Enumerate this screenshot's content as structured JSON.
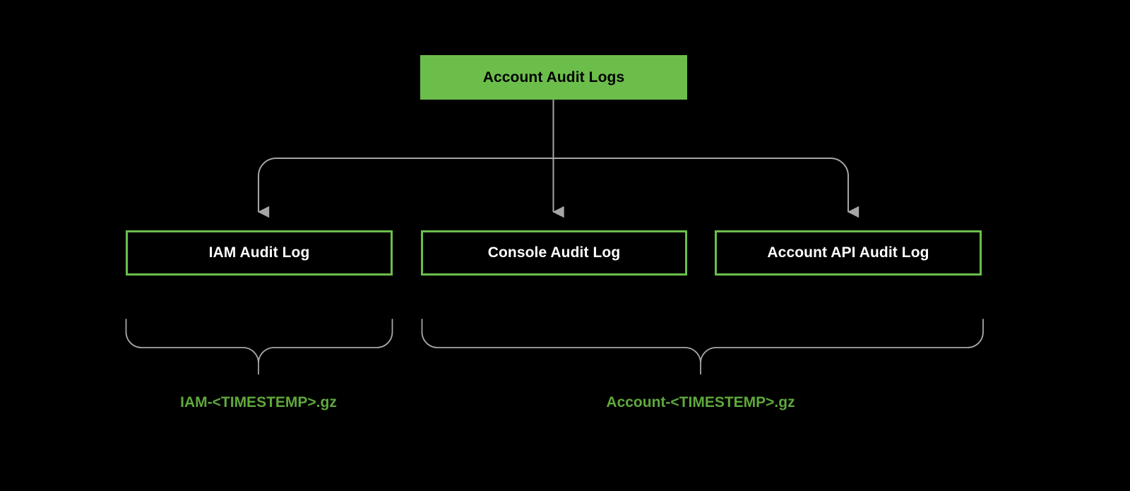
{
  "diagram": {
    "title": "Account Audit Logs",
    "background_color": "#000000",
    "accent_green": "#6CBE4B",
    "label_green": "#5FA83C",
    "connector_color": "#A6A6A6",
    "root": {
      "label": "Account Audit Logs",
      "fill": "#6CBE4B",
      "text_color": "#000000"
    },
    "children": [
      {
        "id": "iam",
        "label": "IAM Audit Log",
        "border": "#6CBE4B",
        "text_color": "#FFFFFF"
      },
      {
        "id": "console",
        "label": "Console Audit Log",
        "border": "#6CBE4B",
        "text_color": "#FFFFFF"
      },
      {
        "id": "api",
        "label": "Account API Audit Log",
        "border": "#6CBE4B",
        "text_color": "#FFFFFF"
      }
    ],
    "groups": [
      {
        "id": "iam-group",
        "label": "IAM-<TIMESTEMP>.gz",
        "members": [
          "IAM Audit Log"
        ]
      },
      {
        "id": "account-group",
        "label": "Account-<TIMESTEMP>.gz",
        "members": [
          "Console Audit Log",
          "Account API Audit Log"
        ]
      }
    ]
  }
}
